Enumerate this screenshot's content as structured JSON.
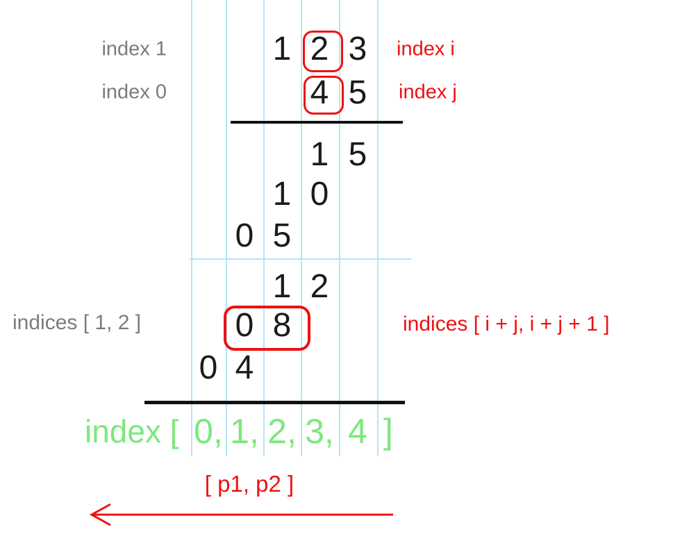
{
  "colors": {
    "guide_blue": "#b5e4f7",
    "accent_red": "#ee1111",
    "index_green": "#7de77d",
    "label_gray": "#7b7b7b",
    "digit_black": "#1b1b1b"
  },
  "labels": {
    "left_operand_top": "index 1",
    "left_operand_bottom": "index 0",
    "left_result": "indices [ 1, 2 ]",
    "right_operand_top": "index i",
    "right_operand_bottom": "index j",
    "right_result": "indices [ i + j, i + j + 1 ]"
  },
  "rows": [
    {
      "name": "multiplicand-123",
      "cells": [
        {
          "col": 2,
          "v": "1"
        },
        {
          "col": 3,
          "v": "2"
        },
        {
          "col": 4,
          "v": "3"
        }
      ]
    },
    {
      "name": "multiplier-45",
      "cells": [
        {
          "col": 3,
          "v": "4"
        },
        {
          "col": 4,
          "v": "5"
        }
      ]
    },
    {
      "name": "partial-15",
      "cells": [
        {
          "col": 3,
          "v": "1"
        },
        {
          "col": 4,
          "v": "5"
        }
      ]
    },
    {
      "name": "partial-10",
      "cells": [
        {
          "col": 2,
          "v": "1"
        },
        {
          "col": 3,
          "v": "0"
        }
      ]
    },
    {
      "name": "partial-05",
      "cells": [
        {
          "col": 1,
          "v": "0"
        },
        {
          "col": 2,
          "v": "5"
        }
      ]
    },
    {
      "name": "partial-12",
      "cells": [
        {
          "col": 2,
          "v": "1"
        },
        {
          "col": 3,
          "v": "2"
        }
      ]
    },
    {
      "name": "partial-08",
      "cells": [
        {
          "col": 1,
          "v": "0"
        },
        {
          "col": 2,
          "v": "8"
        }
      ]
    },
    {
      "name": "partial-04",
      "cells": [
        {
          "col": 0,
          "v": "0"
        },
        {
          "col": 1,
          "v": "4"
        }
      ]
    }
  ],
  "index_row": {
    "prefix": "index [",
    "cells": [
      "0,",
      "1,",
      "2,",
      "3,",
      "4"
    ],
    "suffix": "]"
  },
  "pointer": {
    "label": "[ p1, p2 ]"
  }
}
